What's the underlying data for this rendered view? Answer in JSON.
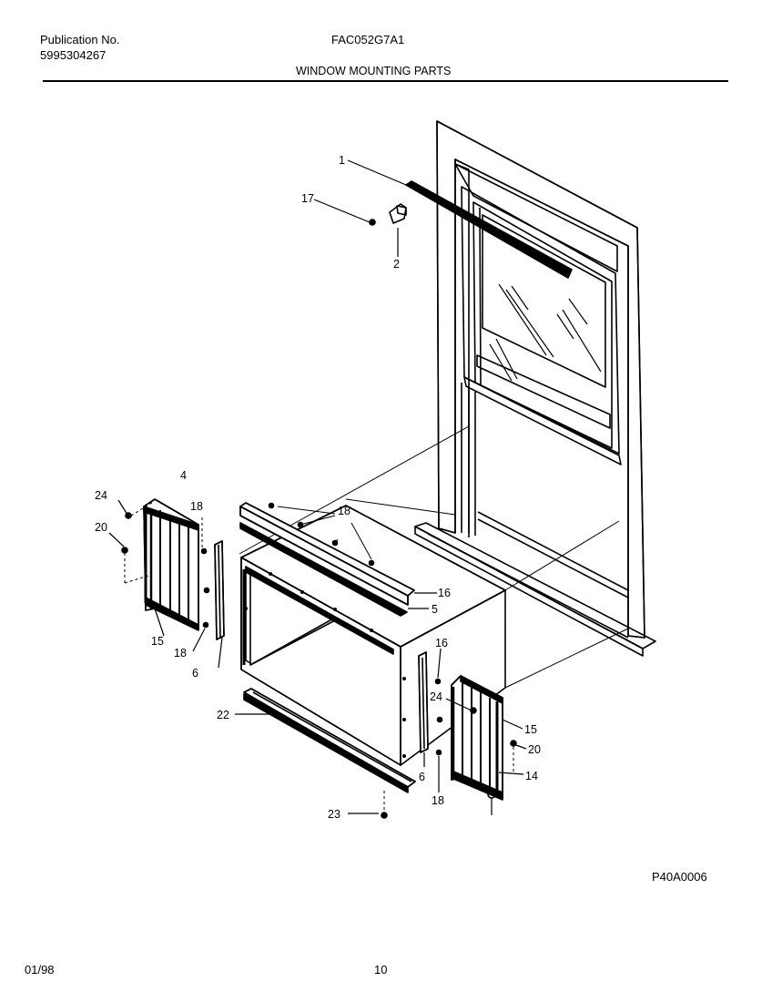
{
  "header": {
    "publication_label": "Publication No.",
    "publication_number": "5995304267",
    "model": "FAC052G7A1",
    "section_title": "WINDOW MOUNTING PARTS"
  },
  "callouts": {
    "c1": "1",
    "c17": "17",
    "c2": "2",
    "c4": "4",
    "c24a": "24",
    "c20a": "20",
    "c18a": "18",
    "c18b": "18",
    "c18c": "18",
    "c15a": "15",
    "c6a": "6",
    "c16a": "16",
    "c5": "5",
    "c16b": "16",
    "c24b": "24",
    "c15b": "15",
    "c20b": "20",
    "c14": "14",
    "c6b": "6",
    "c18d": "18",
    "c22": "22",
    "c23": "23"
  },
  "footer": {
    "diagram_code": "P40A0006",
    "date": "01/98",
    "page": "10"
  }
}
